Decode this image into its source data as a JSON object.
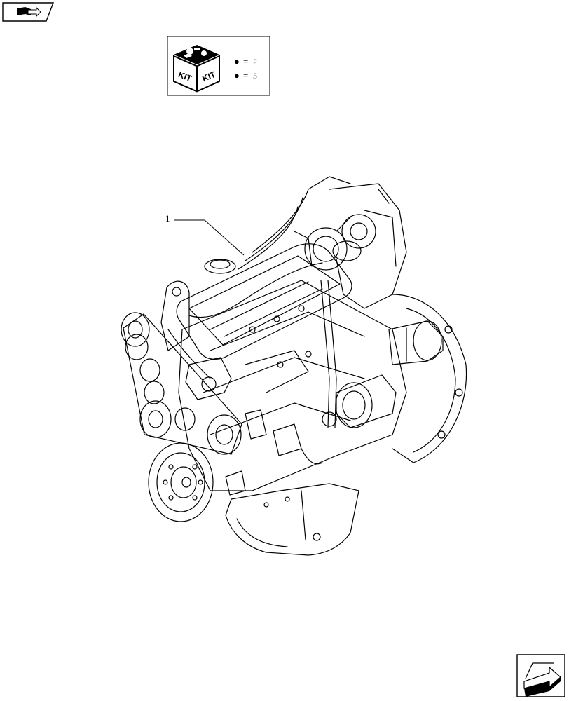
{
  "nav": {
    "back_icon": "book-arrow-icon",
    "next_icon": "page-forward-arrow-icon"
  },
  "kit_legend": {
    "icon": "kit-box-icon",
    "box_label_left": "KIT",
    "box_label_right": "KIT",
    "items": [
      {
        "bullet": "●",
        "equals": "=",
        "value": "2"
      },
      {
        "bullet": "●",
        "equals": "=",
        "value": "3"
      }
    ]
  },
  "diagram": {
    "subject_icon": "engine-assembly-illustration",
    "callouts": [
      {
        "label": "1"
      }
    ]
  },
  "colors": {
    "ink": "#000000",
    "muted": "#777777",
    "paper": "#ffffff"
  }
}
